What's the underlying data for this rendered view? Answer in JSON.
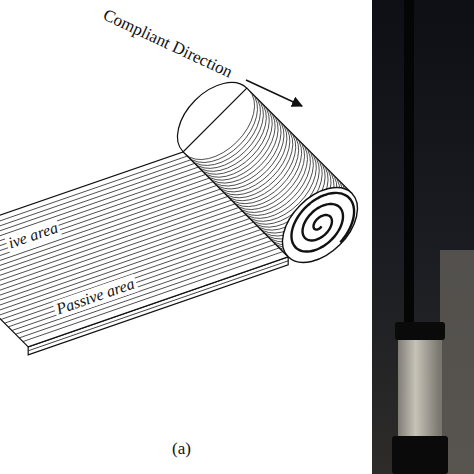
{
  "diagram": {
    "labels": [
      "Compliant Direction",
      "ive area",
      "Passive area",
      "(a)"
    ]
  }
}
